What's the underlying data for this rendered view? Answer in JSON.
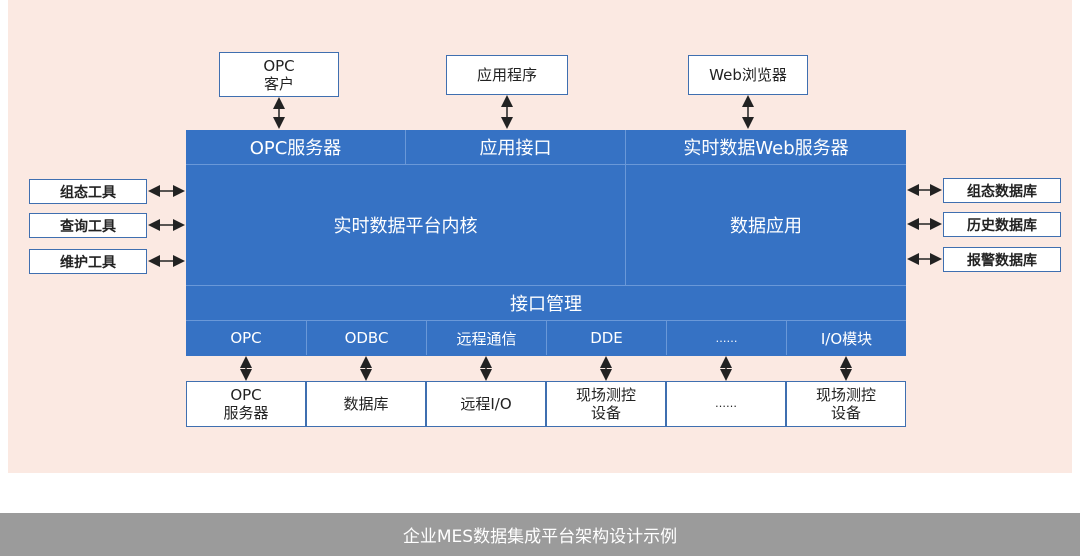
{
  "top_boxes": {
    "opc_client": "OPC\n客户",
    "application": "应用程序",
    "web_browser": "Web浏览器"
  },
  "header_row": {
    "opc_server": "OPC服务器",
    "app_interface": "应用接口",
    "realtime_web_server": "实时数据Web服务器"
  },
  "core": {
    "kernel": "实时数据平台内核",
    "data_app": "数据应用"
  },
  "interface_mgmt": "接口管理",
  "protocols": [
    "OPC",
    "ODBC",
    "远程通信",
    "DDE",
    "……",
    "I/O模块"
  ],
  "bottom_boxes": [
    "OPC\n服务器",
    "数据库",
    "远程I/O",
    "现场测控\n设备",
    "……",
    "现场测控\n设备"
  ],
  "left_tools": [
    "组态工具",
    "查询工具",
    "维护工具"
  ],
  "right_dbs": [
    "组态数据库",
    "历史数据库",
    "报警数据库"
  ],
  "caption": "企业MES数据集成平台架构设计示例",
  "colors": {
    "blue": "#3672c4",
    "panel": "#fbe9e2",
    "caption_bar": "#9b9b9b"
  }
}
